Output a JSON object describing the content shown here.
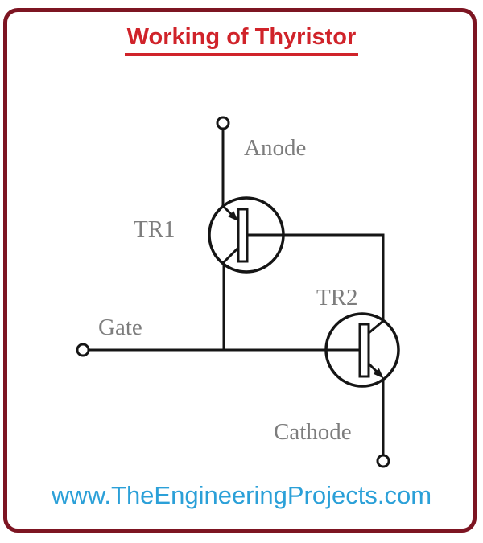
{
  "title": "Working of Thyristor",
  "footer": {
    "url": "www.TheEngineeringProjects.com"
  },
  "diagram": {
    "labels": {
      "anode": "Anode",
      "gate": "Gate",
      "cathode": "Cathode",
      "tr1": "TR1",
      "tr2": "TR2"
    }
  },
  "theme": {
    "frame_color": "#7d1522",
    "title_color": "#d0232a",
    "url_color": "#2ba0d8",
    "label_color": "#7d7d7d",
    "line_color": "#151515"
  }
}
